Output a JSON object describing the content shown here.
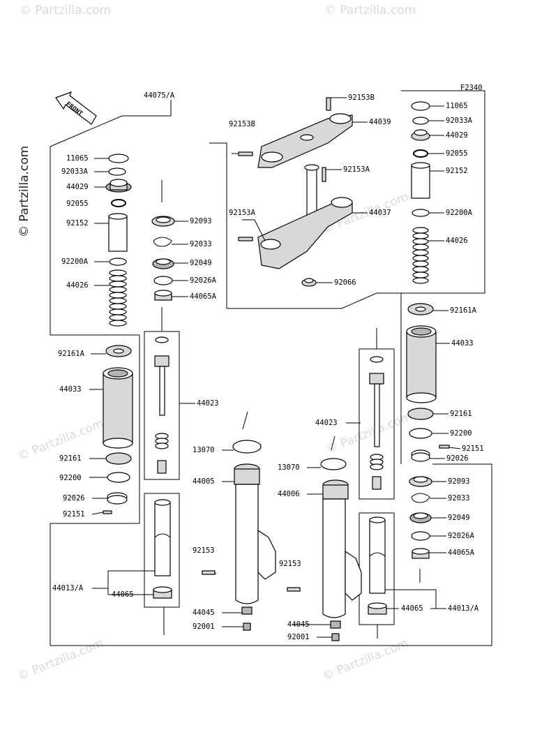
{
  "diagram_code": "F2340",
  "front_label": "FRONT",
  "watermark": "© Partzilla.com",
  "labels": {
    "l44075A": "44075/A",
    "l11065_left": "11065",
    "l92033A_left": "92033A",
    "l44029_left": "44029",
    "l92055_left": "92055",
    "l92152_left": "92152",
    "l92200A_left": "92200A",
    "l44026_left": "44026",
    "l92161A_left": "92161A",
    "l44033_left": "44033",
    "l92161_left": "92161",
    "l92200_left": "92200",
    "l92026_left": "92026",
    "l92151_left": "92151",
    "l44013A_left": "44013/A",
    "l44065_left": "44065",
    "l92093_left": "92093",
    "l92033_left": "92033",
    "l92049_left": "92049",
    "l92026A_left": "92026A",
    "l44065A_left": "44065A",
    "l44023_left": "44023",
    "l13070_left": "13070",
    "l44005": "44005",
    "l92153_left": "92153",
    "l44045_left": "44045",
    "l92001_left": "92001",
    "l92153B_top": "92153B",
    "l44039": "44039",
    "l92153B_mid": "92153B",
    "l92153A_right": "92153A",
    "l92153A_left": "92153A",
    "l44037": "44037",
    "l92066": "92066",
    "l11065_right": "11065",
    "l92033A_right": "92033A",
    "l44029_right": "44029",
    "l92055_right": "92055",
    "l92152_right": "92152",
    "l92200A_right": "92200A",
    "l44026_right": "44026",
    "l92161A_right": "92161A",
    "l44033_right": "44033",
    "l92161_right": "92161",
    "l92200_right": "92200",
    "l92151_right": "92151",
    "l92026_right": "92026",
    "l92093_right": "92093",
    "l92033_right": "92033",
    "l92049_right": "92049",
    "l92026A_right": "92026A",
    "l44065A_right": "44065A",
    "l44065_right": "44065",
    "l44013A_right": "44013/A",
    "l44023_right": "44023",
    "l13070_right": "13070",
    "l44006": "44006",
    "l92153_right": "92153",
    "l44045_right": "44045",
    "l92001_right": "92001"
  }
}
